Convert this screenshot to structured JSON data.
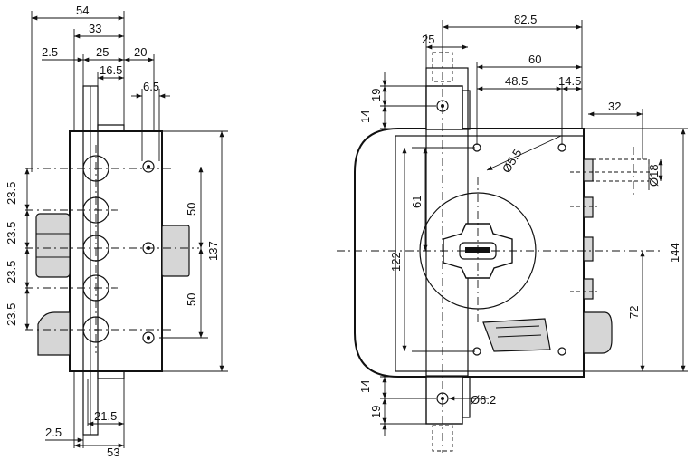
{
  "side_view": {
    "dimensions": {
      "d54": "54",
      "d33": "33",
      "d2_5_top": "2.5",
      "d25": "25",
      "d20": "20",
      "d16_5": "16.5",
      "d6_5": "6.5",
      "d23_5_a": "23.5",
      "d23_5_b": "23.5",
      "d23_5_c": "23.5",
      "d23_5_d": "23.5",
      "d50_a": "50",
      "d50_b": "50",
      "d137": "137",
      "d2_5_bottom": "2.5",
      "d21_5": "21.5",
      "d53": "53"
    }
  },
  "front_view": {
    "dimensions": {
      "d82_5": "82.5",
      "d25": "25",
      "d60": "60",
      "d48_5": "48.5",
      "d14_5": "14.5",
      "d19_top": "19",
      "d14_top": "14",
      "d32": "32",
      "d5_5": "Ø5.5",
      "d18": "Ø18",
      "d61": "61",
      "d122": "122",
      "d144": "144",
      "d72": "72",
      "d14_bottom": "14",
      "d6_2": "Ø6.2",
      "d19_bottom": "19"
    }
  }
}
